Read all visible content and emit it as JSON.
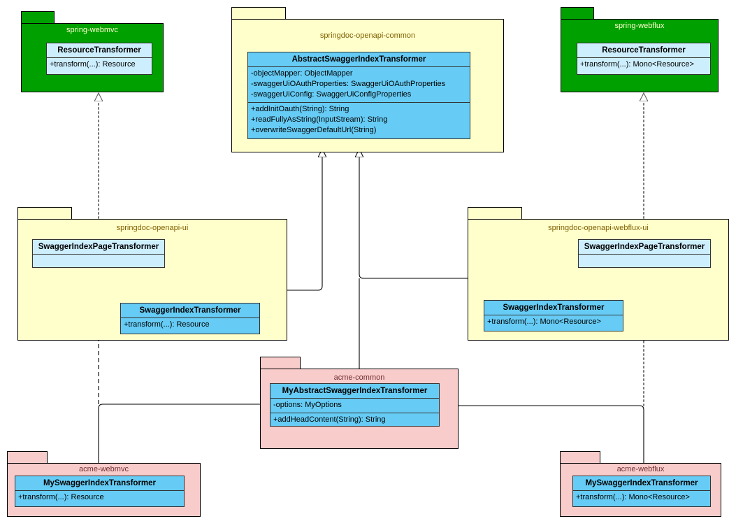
{
  "diagram": {
    "title": "springdoc-openapi SwaggerIndexTransformer class hierarchy",
    "kind": "uml-class-diagram",
    "colors": {
      "package_green": "#00a000",
      "package_yellow": "#ffffcc",
      "package_pink": "#f9ccce",
      "class_light_blue": "#cdeefd",
      "class_blue": "#66ccf5",
      "line": "#000000",
      "canvas": "#ffffff"
    }
  },
  "packages": {
    "spring_webmvc": {
      "name": "spring-webmvc",
      "classes": [
        {
          "name": "ResourceTransformer",
          "attributes": [],
          "operations": [
            "+transform(...): Resource"
          ]
        }
      ]
    },
    "springdoc_openapi_common": {
      "name": "springdoc-openapi-common",
      "classes": [
        {
          "name": "AbstractSwaggerIndexTransformer",
          "attributes": [
            "-objectMapper: ObjectMapper",
            "-swaggerUiOAuthProperties: SwaggerUiOAuthProperties",
            "-swaggerUiConfig: SwaggerUiConfigProperties"
          ],
          "operations": [
            "+addInitOauth(String): String",
            "+readFullyAsString(InputStream): String",
            "+overwriteSwaggerDefaultUrl(String)"
          ]
        }
      ]
    },
    "spring_webflux": {
      "name": "spring-webflux",
      "classes": [
        {
          "name": "ResourceTransformer",
          "attributes": [],
          "operations": [
            "+transform(...): Mono<Resource>"
          ]
        }
      ]
    },
    "springdoc_openapi_ui": {
      "name": "springdoc-openapi-ui",
      "classes": [
        {
          "name": "SwaggerIndexPageTransformer",
          "attributes": [],
          "operations": []
        },
        {
          "name": "SwaggerIndexTransformer",
          "attributes": [],
          "operations": [
            "+transform(...): Resource"
          ]
        }
      ]
    },
    "springdoc_openapi_webflux_ui": {
      "name": "springdoc-openapi-webflux-ui",
      "classes": [
        {
          "name": "SwaggerIndexPageTransformer",
          "attributes": [],
          "operations": []
        },
        {
          "name": "SwaggerIndexTransformer",
          "attributes": [],
          "operations": [
            "+transform(...): Mono<Resource>"
          ]
        }
      ]
    },
    "acme_common": {
      "name": "acme-common",
      "classes": [
        {
          "name": "MyAbstractSwaggerIndexTransformer",
          "attributes": [
            "-options: MyOptions"
          ],
          "operations": [
            "+addHeadContent(String): String"
          ]
        }
      ]
    },
    "acme_webmvc": {
      "name": "acme-webmvc",
      "classes": [
        {
          "name": "MySwaggerIndexTransformer",
          "attributes": [],
          "operations": [
            "+transform(...): Resource"
          ]
        }
      ]
    },
    "acme_webflux": {
      "name": "acme-webflux",
      "classes": [
        {
          "name": "MySwaggerIndexTransformer",
          "attributes": [],
          "operations": [
            "+transform(...): Mono<Resource>"
          ]
        }
      ]
    }
  },
  "relationships": [
    {
      "kind": "realization",
      "from": "springdoc-openapi-ui.SwaggerIndexPageTransformer",
      "to": "spring-webmvc.ResourceTransformer",
      "style": "dotted-hollow-triangle"
    },
    {
      "kind": "realization",
      "from": "springdoc-openapi-webflux-ui.SwaggerIndexPageTransformer",
      "to": "spring-webflux.ResourceTransformer",
      "style": "dotted-hollow-triangle"
    },
    {
      "kind": "generalization",
      "from": "springdoc-openapi-ui.SwaggerIndexTransformer",
      "to": "springdoc-openapi-common.AbstractSwaggerIndexTransformer",
      "style": "solid-hollow-triangle"
    },
    {
      "kind": "generalization",
      "from": "springdoc-openapi-webflux-ui.SwaggerIndexTransformer",
      "to": "springdoc-openapi-common.AbstractSwaggerIndexTransformer",
      "style": "solid-hollow-triangle"
    },
    {
      "kind": "realization",
      "from": "springdoc-openapi-ui.SwaggerIndexTransformer",
      "to": "springdoc-openapi-ui.SwaggerIndexPageTransformer",
      "style": "dashed-hollow-triangle"
    },
    {
      "kind": "realization",
      "from": "springdoc-openapi-webflux-ui.SwaggerIndexTransformer",
      "to": "springdoc-openapi-webflux-ui.SwaggerIndexPageTransformer",
      "style": "dashed-hollow-triangle"
    },
    {
      "kind": "generalization",
      "from": "acme-common.MyAbstractSwaggerIndexTransformer",
      "to": "springdoc-openapi-common.AbstractSwaggerIndexTransformer",
      "style": "solid"
    },
    {
      "kind": "generalization",
      "from": "acme-webmvc.MySwaggerIndexTransformer",
      "to": "acme-common.MyAbstractSwaggerIndexTransformer",
      "style": "solid-hollow-triangle"
    },
    {
      "kind": "generalization",
      "from": "acme-webflux.MySwaggerIndexTransformer",
      "to": "acme-common.MyAbstractSwaggerIndexTransformer",
      "style": "solid-hollow-triangle"
    },
    {
      "kind": "realization",
      "from": "acme-webmvc.MySwaggerIndexTransformer",
      "to": "springdoc-openapi-ui.SwaggerIndexPageTransformer",
      "style": "dashed-hollow-triangle"
    },
    {
      "kind": "realization",
      "from": "acme-webflux.MySwaggerIndexTransformer",
      "to": "springdoc-openapi-webflux-ui.SwaggerIndexPageTransformer",
      "style": "dotted-hollow-triangle"
    }
  ]
}
